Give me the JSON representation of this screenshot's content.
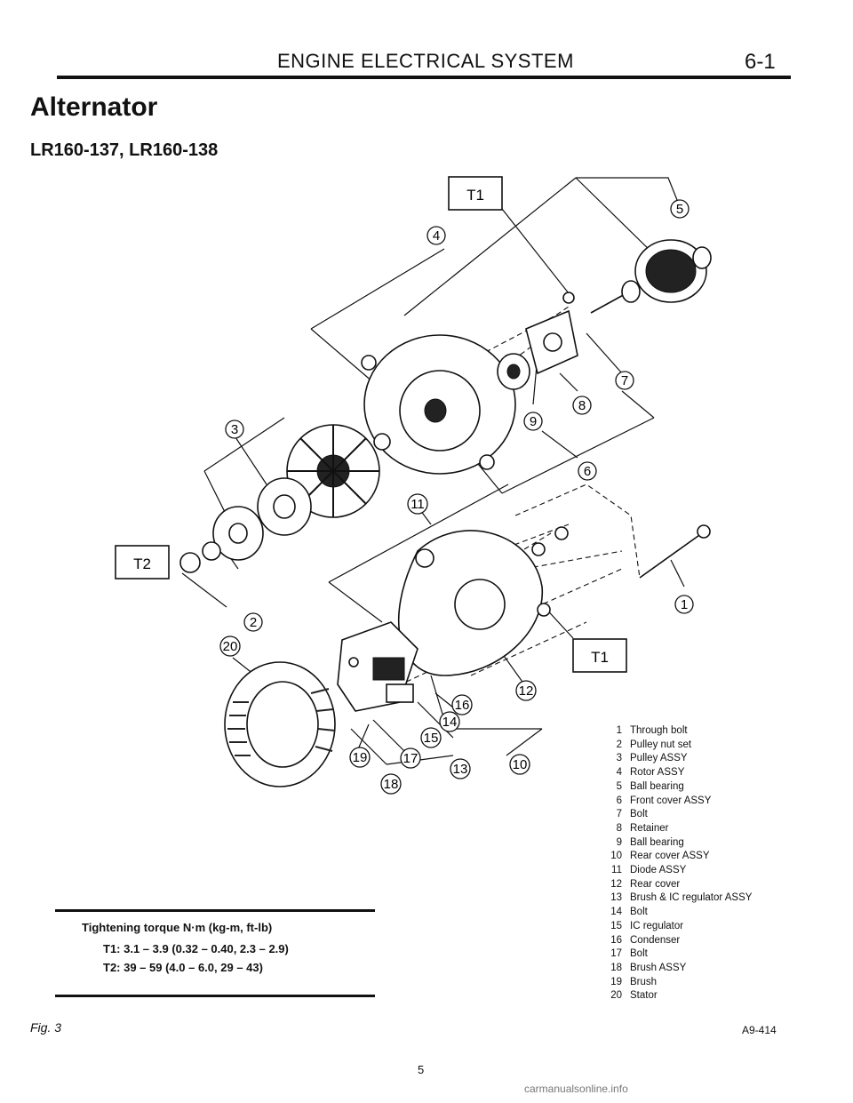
{
  "header": {
    "title": "ENGINE ELECTRICAL SYSTEM",
    "page_number": "6-1"
  },
  "section": {
    "title": "Alternator",
    "models": "LR160-137, LR160-138"
  },
  "diagram": {
    "torque_tags": [
      "T1",
      "T2",
      "T1"
    ],
    "callouts": [
      "1",
      "2",
      "3",
      "4",
      "5",
      "6",
      "7",
      "8",
      "9",
      "10",
      "11",
      "12",
      "13",
      "14",
      "15",
      "16",
      "17",
      "18",
      "19",
      "20"
    ]
  },
  "parts_list": [
    {
      "num": "1",
      "name": "Through bolt"
    },
    {
      "num": "2",
      "name": "Pulley nut set"
    },
    {
      "num": "3",
      "name": "Pulley ASSY"
    },
    {
      "num": "4",
      "name": "Rotor ASSY"
    },
    {
      "num": "5",
      "name": "Ball bearing"
    },
    {
      "num": "6",
      "name": "Front cover ASSY"
    },
    {
      "num": "7",
      "name": "Bolt"
    },
    {
      "num": "8",
      "name": "Retainer"
    },
    {
      "num": "9",
      "name": "Ball bearing"
    },
    {
      "num": "10",
      "name": "Rear cover ASSY"
    },
    {
      "num": "11",
      "name": "Diode ASSY"
    },
    {
      "num": "12",
      "name": "Rear cover"
    },
    {
      "num": "13",
      "name": "Brush & IC regulator ASSY"
    },
    {
      "num": "14",
      "name": "Bolt"
    },
    {
      "num": "15",
      "name": "IC regulator"
    },
    {
      "num": "16",
      "name": "Condenser"
    },
    {
      "num": "17",
      "name": "Bolt"
    },
    {
      "num": "18",
      "name": "Brush ASSY"
    },
    {
      "num": "19",
      "name": "Brush"
    },
    {
      "num": "20",
      "name": "Stator"
    }
  ],
  "torque": {
    "title": "Tightening torque N·m (kg-m, ft-lb)",
    "lines": [
      "T1: 3.1 – 3.9 (0.32 – 0.40, 2.3 – 2.9)",
      "T2: 39 – 59 (4.0 – 6.0, 29 – 43)"
    ]
  },
  "footer": {
    "fig_label": "Fig. 3",
    "fig_code": "A9-414",
    "page": "5",
    "watermark": "carmanualsonline.info"
  }
}
